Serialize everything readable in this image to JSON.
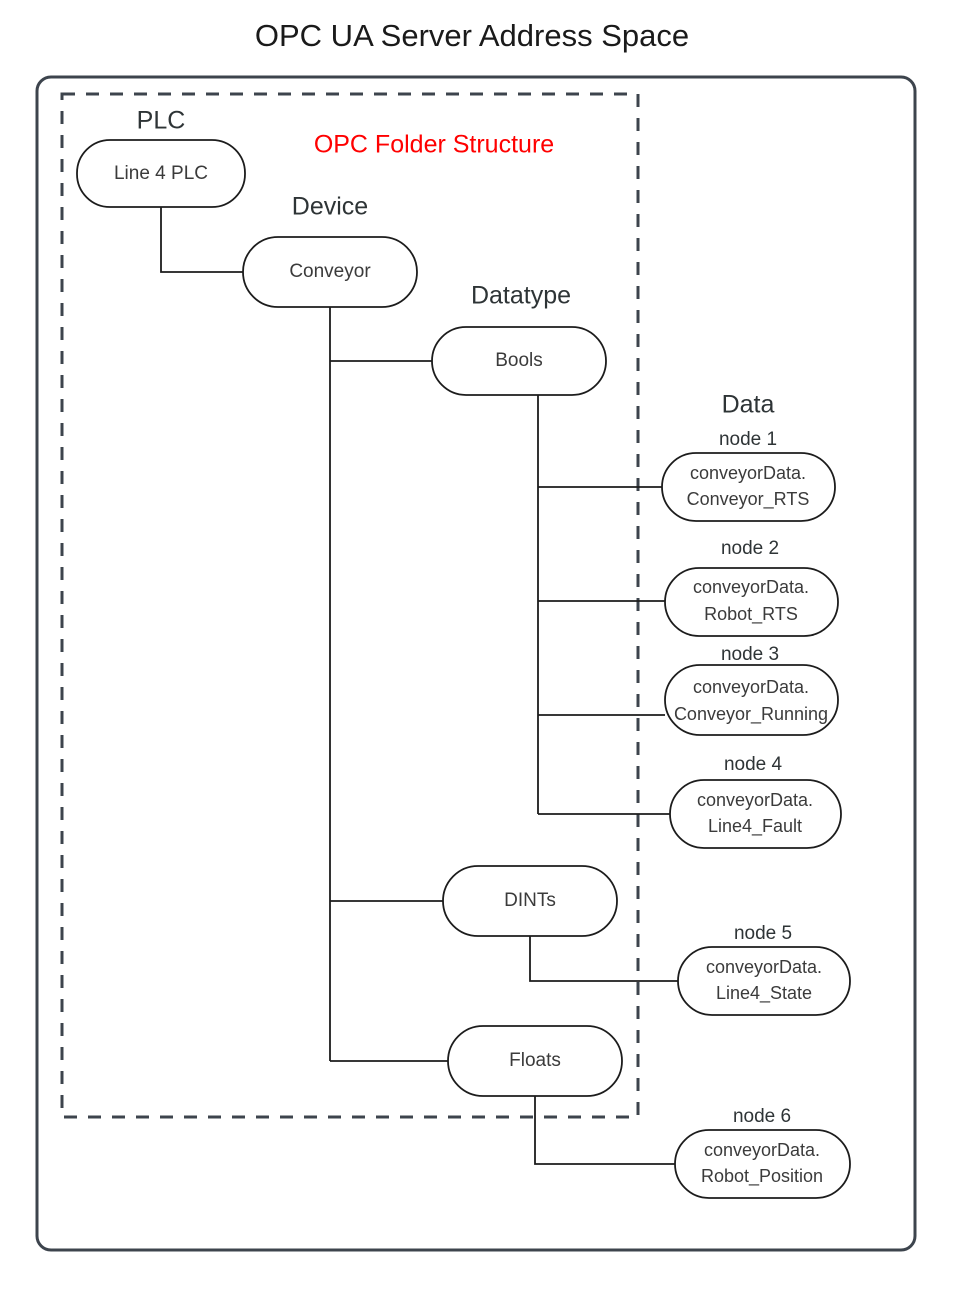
{
  "title": "OPC UA Server Address Space",
  "banner": "OPC Folder Structure",
  "colors": {
    "banner": "#ff0000",
    "frame": "#3d444d",
    "node_stroke": "#1c1c1c",
    "text": "#2e3436",
    "background": "#ffffff"
  },
  "columns": {
    "plc": "PLC",
    "device": "Device",
    "datatype": "Datatype",
    "data": "Data"
  },
  "nodes": {
    "plc": "Line 4 PLC",
    "device": "Conveyor",
    "bools": "Bools",
    "dints": "DINTs",
    "floats": "Floats"
  },
  "data_nodes": [
    {
      "caption": "node 1",
      "line1": "conveyorData.",
      "line2": "Conveyor_RTS",
      "parent": "Bools"
    },
    {
      "caption": "node 2",
      "line1": "conveyorData.",
      "line2": "Robot_RTS",
      "parent": "Bools"
    },
    {
      "caption": "node 3",
      "line1": "conveyorData.",
      "line2": "Conveyor_Running",
      "parent": "Bools"
    },
    {
      "caption": "node 4",
      "line1": "conveyorData.",
      "line2": "Line4_Fault",
      "parent": "Bools"
    },
    {
      "caption": "node 5",
      "line1": "conveyorData.",
      "line2": "Line4_State",
      "parent": "DINTs"
    },
    {
      "caption": "node 6",
      "line1": "conveyorData.",
      "line2": "Robot_Position",
      "parent": "Floats"
    }
  ]
}
